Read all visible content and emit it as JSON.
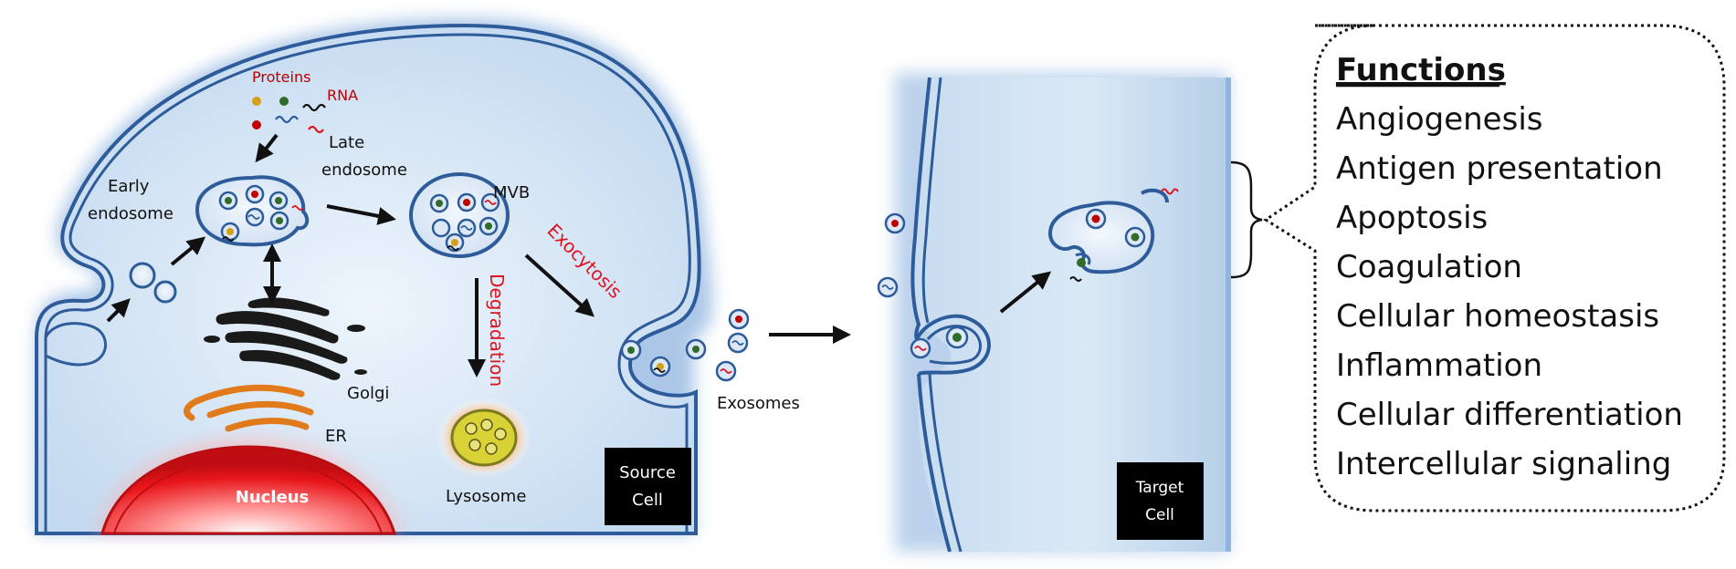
{
  "labels": {
    "proteins": "Proteins",
    "rna": "RNA",
    "late_endosome_1": "Late",
    "late_endosome_2": "endosome",
    "early_endosome_1": "Early",
    "early_endosome_2": "endosome",
    "mvb": "MVB",
    "exocytosis": "Exocytosis",
    "degradation": "Degradation",
    "golgi": "Golgi",
    "er": "ER",
    "nucleus": "Nucleus",
    "lysosome": "Lysosome",
    "exosomes": "Exosomes",
    "source_cell_1": "Source",
    "source_cell_2": "Cell",
    "target_cell_1": "Target",
    "target_cell_2": "Cell"
  },
  "functions": {
    "title": "Functions",
    "items": [
      "Angiogenesis",
      "Antigen presentation",
      "Apoptosis",
      "Coagulation",
      "Cellular homeostasis",
      "Inflammation",
      "Cellular differentiation",
      "Intercellular signaling"
    ]
  },
  "colors": {
    "membrane": "#2e5c9a",
    "cytoplasm": "#d7e7f5",
    "glow": "#8fb4e0",
    "nucleus": "#e8161b",
    "lysosome": "#d8d236",
    "er": "#e07a1a",
    "golgi": "#1a1a1a",
    "red_text": "#c00000"
  }
}
